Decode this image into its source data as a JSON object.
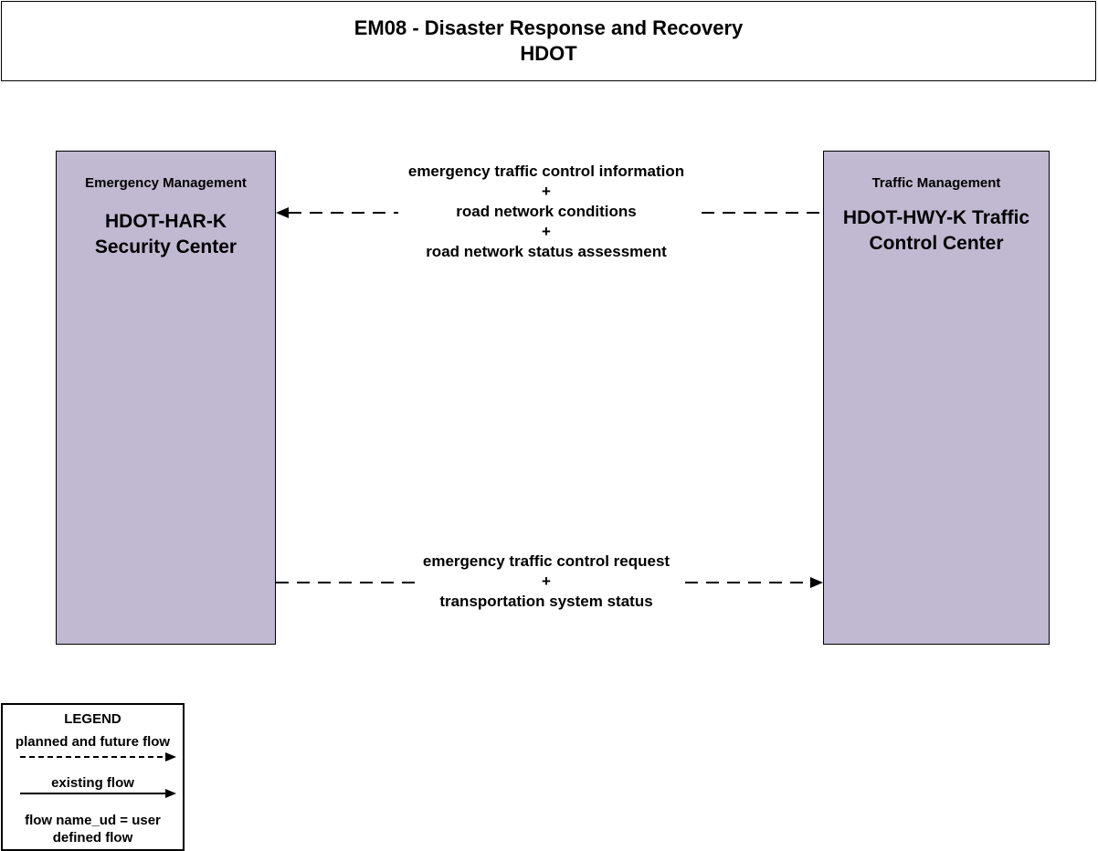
{
  "title": {
    "line1": "EM08 - Disaster Response and Recovery",
    "line2": "HDOT"
  },
  "entities": {
    "left": {
      "category": "Emergency Management",
      "name_line1": "HDOT-HAR-K",
      "name_line2": "Security Center",
      "fill": "#c1b9d2"
    },
    "right": {
      "category": "Traffic Management",
      "name_line1": "HDOT-HWY-K Traffic",
      "name_line2": "Control Center",
      "fill": "#c1b9d2"
    }
  },
  "flows": {
    "top": {
      "direction": "right-to-left",
      "style": "dashed",
      "labels": [
        "emergency traffic control information",
        "+",
        "road network conditions",
        "+",
        "road network status assessment"
      ]
    },
    "bottom": {
      "direction": "left-to-right",
      "style": "dashed",
      "labels": [
        "emergency traffic control request",
        "+",
        "transportation system status"
      ]
    }
  },
  "legend": {
    "title": "LEGEND",
    "planned": "planned and future flow",
    "existing": "existing flow",
    "user_defined_line1": "flow name_ud = user",
    "user_defined_line2": "defined flow"
  }
}
